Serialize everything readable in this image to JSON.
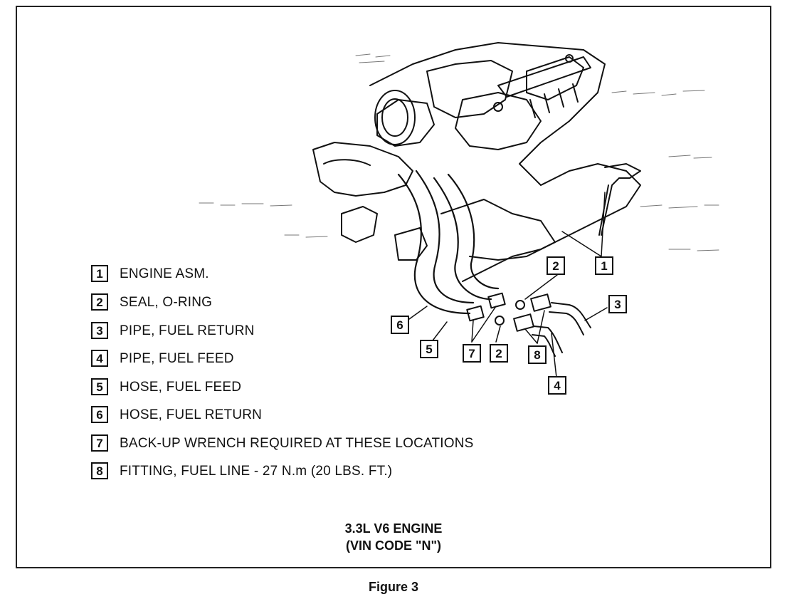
{
  "legend": [
    {
      "num": "1",
      "label": "ENGINE ASM."
    },
    {
      "num": "2",
      "label": "SEAL, O-RING"
    },
    {
      "num": "3",
      "label": "PIPE, FUEL RETURN"
    },
    {
      "num": "4",
      "label": "PIPE, FUEL FEED"
    },
    {
      "num": "5",
      "label": "HOSE, FUEL FEED"
    },
    {
      "num": "6",
      "label": "HOSE, FUEL RETURN"
    },
    {
      "num": "7",
      "label": "BACK-UP WRENCH REQUIRED AT THESE LOCATIONS"
    },
    {
      "num": "8",
      "label": "FITTING, FUEL LINE - 27 N.m (20 LBS. FT.)"
    }
  ],
  "callouts": {
    "c1": "1",
    "c2a": "2",
    "c2b": "2",
    "c3": "3",
    "c4": "4",
    "c5": "5",
    "c6": "6",
    "c7": "7",
    "c8": "8"
  },
  "caption": {
    "line1": "3.3L V6 ENGINE",
    "line2": "(VIN CODE \"N\")"
  },
  "figure_label": "Figure 3"
}
